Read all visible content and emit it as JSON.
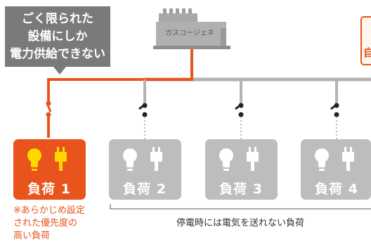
{
  "callout": {
    "lines": [
      "ごく限られた",
      "設備にしか",
      "電力供給できない"
    ]
  },
  "generator": {
    "label": "ガスコージェネ"
  },
  "loads": [
    {
      "label": "負荷 1",
      "active": true
    },
    {
      "label": "負荷 2",
      "active": false
    },
    {
      "label": "負荷 3",
      "active": false
    },
    {
      "label": "負荷 4",
      "active": false
    }
  ],
  "note": {
    "lines": [
      "※あらかじめ設定",
      "された優先度の",
      "高い負荷"
    ]
  },
  "caption": "停電時には電気を送れない負荷",
  "edge_text": "自",
  "colors": {
    "active": "#e8541b",
    "inactive": "#bdbdbd",
    "callout_bg": "#7a7a7a",
    "wire_inactive": "#b3b3b3"
  }
}
